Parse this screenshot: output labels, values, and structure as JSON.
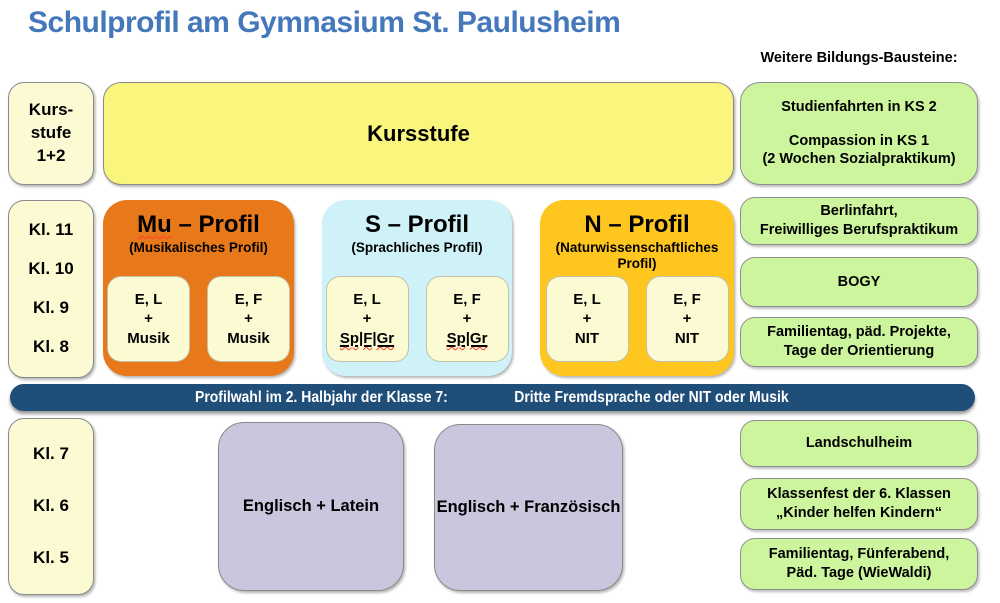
{
  "title": "Schulprofil am Gymnasium St. Paulusheim",
  "right_header": "Weitere Bildungs-Bausteine:",
  "colors": {
    "title_blue": "#4478BB",
    "profile_orange": "#E8791B",
    "profile_cyan": "#CFF1F8",
    "profile_gold": "#FFC61F",
    "pale_yellow": "#FBFAD2",
    "kursstufe_yellow": "#FAF57D",
    "baustein_green": "#CDF59E",
    "language_purple": "#CBC5DD",
    "banner_navy": "#1F4E79"
  },
  "left": {
    "kurs": [
      "Kurs-",
      "stufe",
      "1+2"
    ],
    "upper": [
      "Kl. 11",
      "Kl. 10",
      "Kl. 9",
      "Kl. 8"
    ],
    "lower": [
      "Kl. 7",
      "Kl. 6",
      "Kl. 5"
    ]
  },
  "kursstufe_label": "Kursstufe",
  "profiles": [
    {
      "prefix": "Mu",
      "suffix": "– Profil",
      "subtitle": "(Musikalisches Profil)",
      "options": [
        [
          "E, L",
          "+",
          "Musik"
        ],
        [
          "E, F",
          "+",
          "Musik"
        ]
      ]
    },
    {
      "prefix": "S",
      "suffix": "– Profil",
      "subtitle": "(Sprachliches Profil)",
      "options": [
        [
          "E, L",
          "+",
          "Sp|F|Gr"
        ],
        [
          "E, F",
          "+",
          "Sp|Gr"
        ]
      ]
    },
    {
      "prefix": "N",
      "suffix": "– Profil",
      "subtitle": "(Naturwissenschaftliches Profil)",
      "options": [
        [
          "E, L",
          "+",
          "NIT"
        ],
        [
          "E, F",
          "+",
          "NIT"
        ]
      ]
    }
  ],
  "banner": {
    "left": "Profilwahl im 2. Halbjahr der Klasse 7:",
    "right": "Dritte Fremdsprache oder NIT oder Musik"
  },
  "languages": [
    "Englisch + Latein",
    "Englisch + Französisch"
  ],
  "bausteine": [
    {
      "lines": [
        "Studienfahrten in KS 2",
        "Compassion in KS 1",
        "(2 Wochen Sozialpraktikum)"
      ]
    },
    {
      "lines": [
        "Berlinfahrt,",
        "Freiwilliges Berufspraktikum"
      ]
    },
    {
      "lines": [
        "BOGY"
      ]
    },
    {
      "lines": [
        "Familientag, päd. Projekte,",
        "Tage der Orientierung"
      ]
    },
    {
      "lines": [
        "Landschulheim"
      ]
    },
    {
      "lines": [
        "Klassenfest der 6. Klassen",
        "„Kinder helfen Kindern“"
      ]
    },
    {
      "lines": [
        "Familientag, Fünferabend,",
        "Päd. Tage (WieWaldi)"
      ]
    }
  ]
}
